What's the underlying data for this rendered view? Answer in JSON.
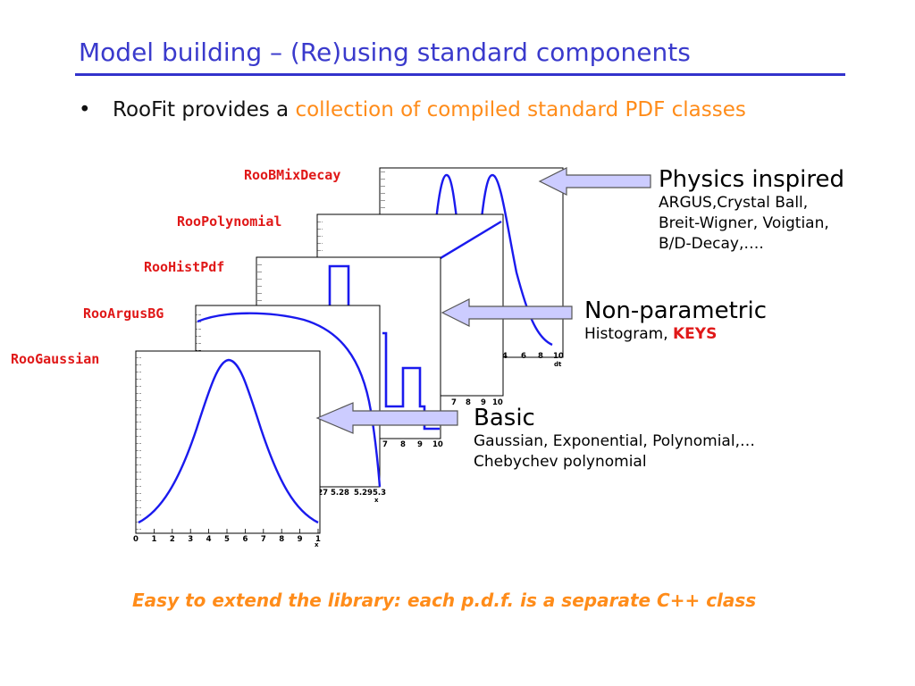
{
  "slide": {
    "title": "Model building – (Re)using standard components",
    "bullet": {
      "marker": "•",
      "text": "RooFit provides a ",
      "highlight": "collection of compiled standard PDF classes"
    },
    "plot_labels": [
      "RooBMixDecay",
      "RooPolynomial",
      "RooHistPdf",
      "RooArgusBG",
      "RooGaussian"
    ],
    "front_axis_ticks": [
      "0",
      "1",
      "2",
      "3",
      "4",
      "5",
      "6",
      "7",
      "8",
      "9",
      "1"
    ],
    "front_axis_var": "x",
    "argus_axis_ticks": [
      ".27",
      "5.28",
      "5.29",
      "5.3"
    ],
    "argus_axis_var": "x",
    "hist_axis_ticks": [
      "7",
      "8",
      "9",
      "10"
    ],
    "poly_axis_ticks": [
      "7",
      "8",
      "9",
      "10"
    ],
    "bmix_axis_ticks": [
      "4",
      "6",
      "8",
      "10"
    ],
    "bmix_axis_var": "dt",
    "categories": {
      "physics": {
        "title": "Physics inspired",
        "desc1": "ARGUS,Crystal Ball,",
        "desc2": "Breit-Wigner, Voigtian,",
        "desc3": "B/D-Decay,…."
      },
      "nonparam": {
        "title": "Non-parametric",
        "desc_prefix": "Histogram, ",
        "desc_keys": "KEYS"
      },
      "basic": {
        "title": "Basic",
        "desc1": "Gaussian, Exponential, Polynomial,…",
        "desc2": "Chebychev polynomial"
      }
    },
    "footer": "Easy to extend the library: each p.d.f. is a separate C++ class",
    "colors": {
      "title": "#3a3acc",
      "highlight": "#ff8c1a",
      "label": "#e01818",
      "curve": "#1a1aee",
      "arrow_fill": "#ccccff",
      "arrow_stroke": "#555555"
    }
  }
}
